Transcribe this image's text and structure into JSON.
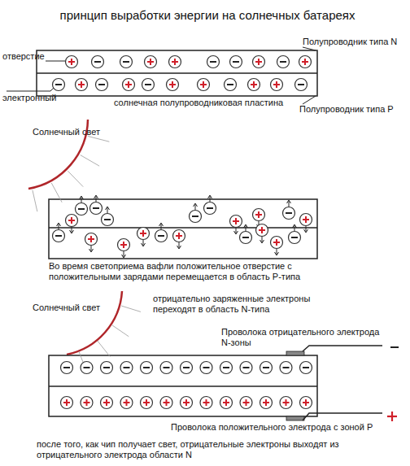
{
  "diagram": {
    "title": "принцип выработки энергии на солнечных батареях",
    "labels": [
      "отверстие",
      "Полупроводник типа N",
      "электронный",
      "солнечная полупроводниковая пластина",
      "Полупроводник типа P",
      "Солнечный свет",
      "Во время светоприема вафли положительное отверстие с положительными зарядами перемещается в область P-типа",
      "Солнечный свет",
      "отрицательно заряженные электроны переходят в область N-типа",
      "Проволока отрицательного электрода N-зоны",
      "Проволока положительного электрода с зоной P",
      "после того, как чип получает свет, отрицательные электроны выходят из отрицательного электрода области N"
    ]
  }
}
